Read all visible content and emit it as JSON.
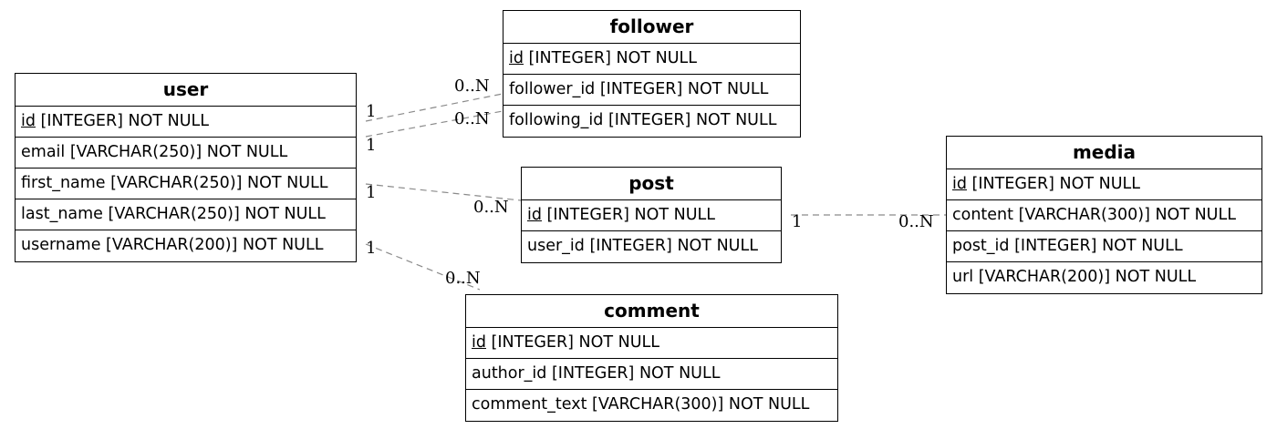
{
  "entities": {
    "user": {
      "name": "user",
      "pk": "id",
      "pk_rest": " [INTEGER] NOT NULL",
      "fields": [
        "email [VARCHAR(250)] NOT NULL",
        "first_name [VARCHAR(250)] NOT NULL",
        "last_name [VARCHAR(250)] NOT NULL",
        "username [VARCHAR(200)] NOT NULL"
      ]
    },
    "follower": {
      "name": "follower",
      "pk": "id",
      "pk_rest": " [INTEGER] NOT NULL",
      "fields": [
        "follower_id [INTEGER] NOT NULL",
        "following_id [INTEGER] NOT NULL"
      ]
    },
    "post": {
      "name": "post",
      "pk": "id",
      "pk_rest": " [INTEGER] NOT NULL",
      "fields": [
        "user_id [INTEGER] NOT NULL"
      ]
    },
    "media": {
      "name": "media",
      "pk": "id",
      "pk_rest": " [INTEGER] NOT NULL",
      "fields": [
        "content [VARCHAR(300)] NOT NULL",
        "post_id [INTEGER] NOT NULL",
        "url [VARCHAR(200)] NOT NULL"
      ]
    },
    "comment": {
      "name": "comment",
      "pk": "id",
      "pk_rest": " [INTEGER] NOT NULL",
      "fields": [
        "author_id [INTEGER] NOT NULL",
        "comment_text [VARCHAR(300)] NOT NULL"
      ]
    }
  },
  "relations": [
    {
      "from": "user",
      "to": "follower",
      "from_card": "1",
      "to_card": "0..N"
    },
    {
      "from": "user",
      "to": "follower",
      "from_card": "1",
      "to_card": "0..N"
    },
    {
      "from": "user",
      "to": "post",
      "from_card": "1",
      "to_card": "0..N"
    },
    {
      "from": "user",
      "to": "comment",
      "from_card": "1",
      "to_card": "0..N"
    },
    {
      "from": "post",
      "to": "media",
      "from_card": "1",
      "to_card": "0..N"
    }
  ],
  "colors": {
    "edge": "#8a8a8a",
    "border": "#000000"
  }
}
